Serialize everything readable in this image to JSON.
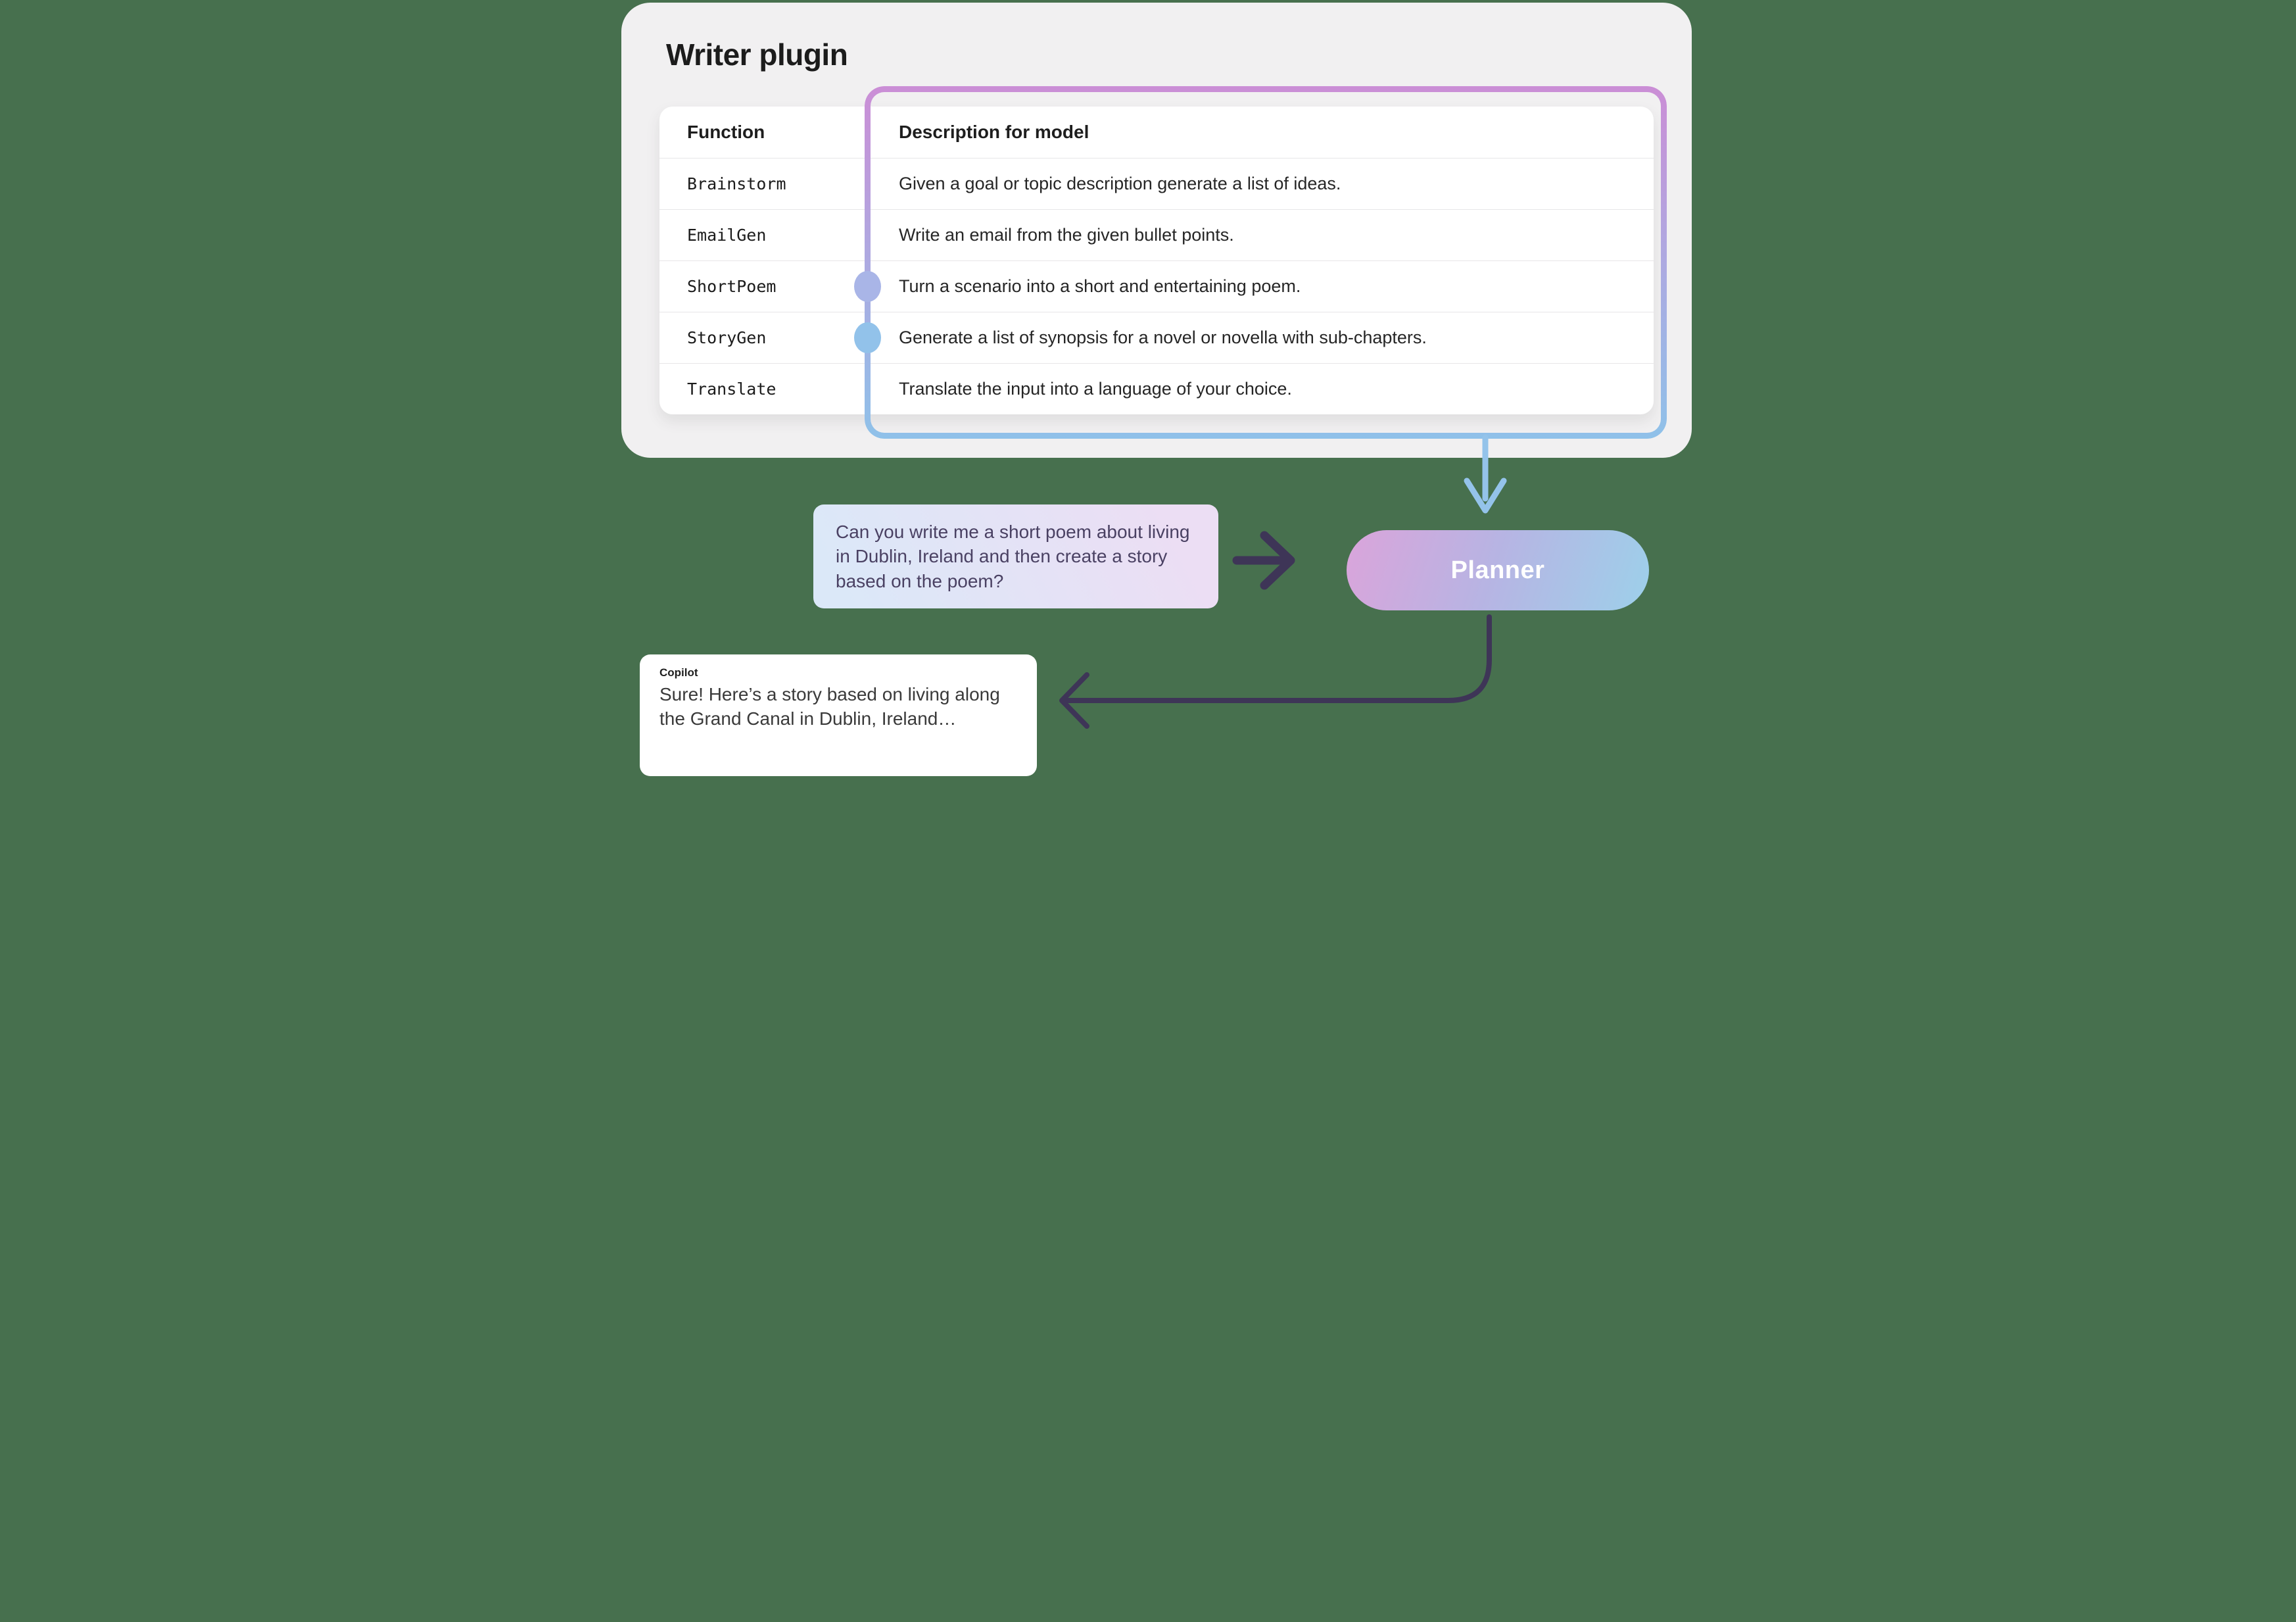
{
  "canvas": {
    "background_color": "#47704e",
    "card_color": "#f1f0f1",
    "shadow_color": "#0a0911"
  },
  "plugin_card": {
    "title": "Writer plugin",
    "table": {
      "columns": [
        "Function",
        "Description for model"
      ],
      "rows": [
        {
          "function": "Brainstorm",
          "description": "Given a goal or topic description generate a list of ideas."
        },
        {
          "function": "EmailGen",
          "description": "Write an email from the given bullet points."
        },
        {
          "function": "ShortPoem",
          "description": "Turn a scenario into a short and entertaining poem."
        },
        {
          "function": "StoryGen",
          "description": "Generate a list of synopsis for a novel or novella with sub-chapters."
        },
        {
          "function": "Translate",
          "description": "Translate the input into a language of your choice."
        }
      ]
    }
  },
  "highlight_frame": {
    "gradient_top": "#cb8ed6",
    "gradient_bottom": "#8fc1e9",
    "shortpoem_dot_color": "#a9b5e7",
    "storygen_dot_color": "#92c2ea",
    "arrow_color": "#94c3ea"
  },
  "user_bubble": {
    "text": "Can you write me a short poem about living in Dublin, Ireland and then create a story based on the poem?",
    "gradient_left": "#dbe8f8",
    "gradient_right": "#ecdef4",
    "text_color": "#4a4163"
  },
  "planner": {
    "label": "Planner",
    "gradient_left": "#d9a5db",
    "gradient_right": "#9dd0ea"
  },
  "copilot_bubble": {
    "speaker": "Copilot",
    "text": "Sure! Here’s a story based on living along the Grand Canal in Dublin, Ireland…"
  },
  "flow_arrows": {
    "dark_arrow_color": "#3e3557"
  }
}
